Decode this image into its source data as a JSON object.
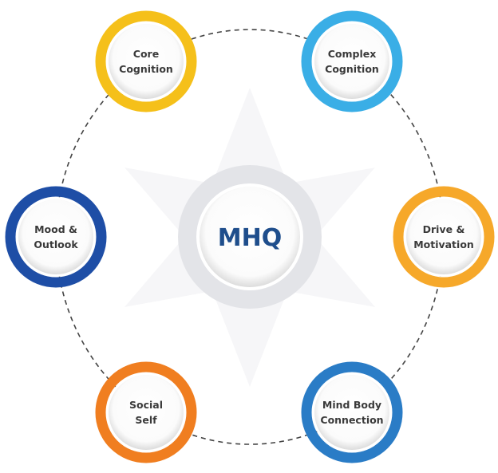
{
  "center": {
    "label": "MHQ",
    "color": "#1f4e8c",
    "ring_color": "#e3e4e8"
  },
  "nodes": [
    {
      "id": "core-cognition",
      "lines": [
        "Core",
        "Cognition"
      ],
      "color": "#f5c01a"
    },
    {
      "id": "complex-cognition",
      "lines": [
        "Complex",
        "Cognition"
      ],
      "color": "#3aaee6"
    },
    {
      "id": "mood-outlook",
      "lines": [
        "Mood &",
        "Outlook"
      ],
      "color": "#1e4ea6"
    },
    {
      "id": "drive-motivation",
      "lines": [
        "Drive &",
        "Motivation"
      ],
      "color": "#f6a82a"
    },
    {
      "id": "social-self",
      "lines": [
        "Social",
        "Self"
      ],
      "color": "#f07e20"
    },
    {
      "id": "mind-body-connection",
      "lines": [
        "Mind Body",
        "Connection"
      ],
      "color": "#2a7cc6"
    }
  ]
}
